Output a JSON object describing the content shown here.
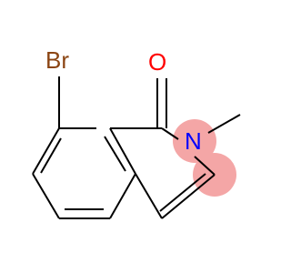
{
  "molecule": {
    "atoms": {
      "bromine": "Br",
      "oxygen": "O",
      "nitrogen": "N"
    },
    "colors": {
      "bromine": "#8b4513",
      "oxygen": "#ff0000",
      "nitrogen": "#0000ff",
      "bond": "#000000",
      "highlight": "#f4a6a6"
    }
  }
}
